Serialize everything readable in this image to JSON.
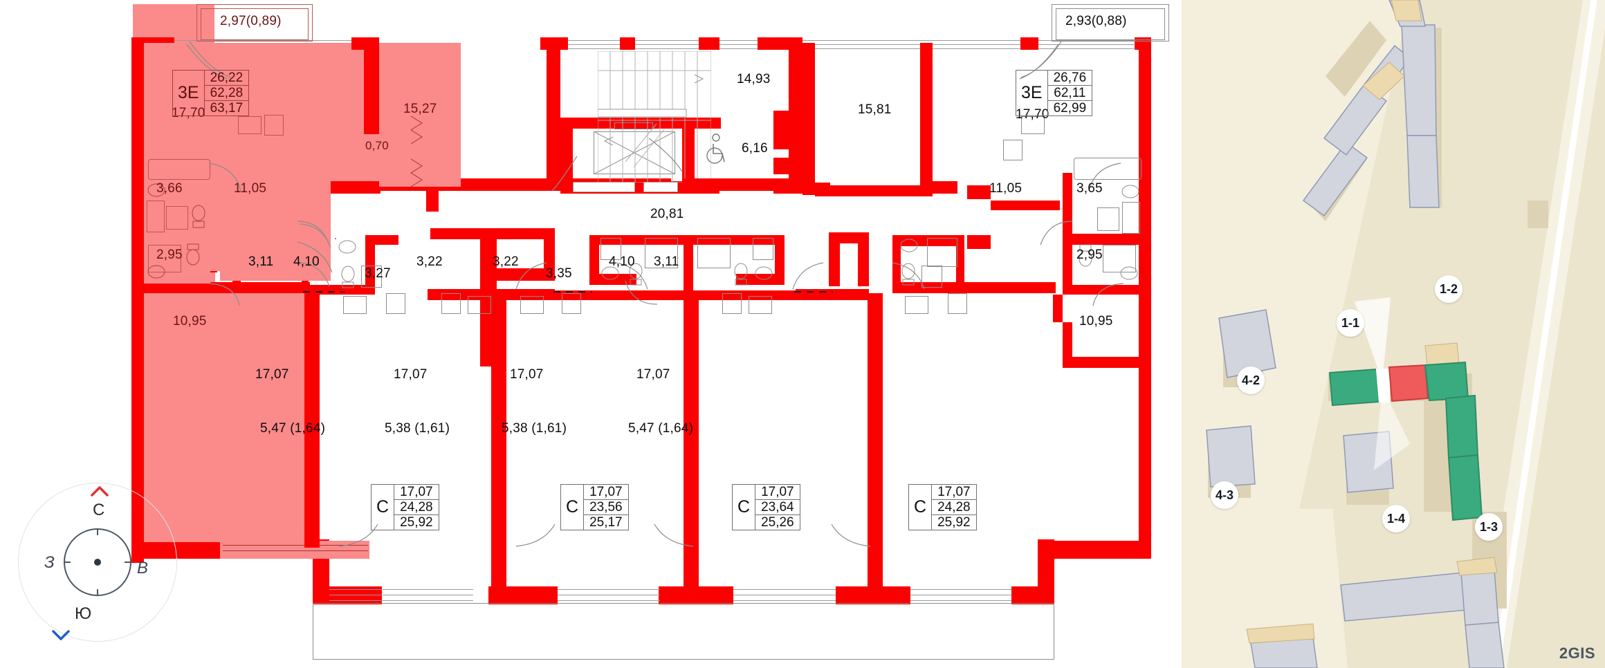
{
  "floor_plan": {
    "apartment_badges": [
      {
        "id": "left-3e",
        "code": "3E",
        "values": [
          "26,22",
          "62,28",
          "63,17"
        ],
        "highlighted": true
      },
      {
        "id": "right-3e",
        "code": "3E",
        "values": [
          "26,76",
          "62,11",
          "62,99"
        ],
        "highlighted": false
      },
      {
        "id": "studio-1",
        "code": "C",
        "values": [
          "17,07",
          "24,28",
          "25,92"
        ],
        "highlighted": false
      },
      {
        "id": "studio-2",
        "code": "C",
        "values": [
          "17,07",
          "23,56",
          "25,17"
        ],
        "highlighted": false
      },
      {
        "id": "studio-3",
        "code": "C",
        "values": [
          "17,07",
          "23,64",
          "25,26"
        ],
        "highlighted": false
      },
      {
        "id": "studio-4",
        "code": "C",
        "values": [
          "17,07",
          "24,28",
          "25,92"
        ],
        "highlighted": false
      }
    ],
    "balcony_areas": {
      "top_left": "2,97(0,89)",
      "top_right": "2,93(0,88)",
      "bottom_1": "5,47 (1,64)",
      "bottom_2": "5,38 (1,61)",
      "bottom_3": "5,38 (1,61)",
      "bottom_4": "5,47 (1,64)"
    },
    "room_areas": {
      "left_living": "17,70",
      "left_bedroom": "15,27",
      "left_hall": "11,05",
      "left_bath": "3,66",
      "left_wc": "2,95",
      "left_room_lower": "10,95",
      "left_loggia_strip": "0,70",
      "stair_hall": "14,93",
      "lift_lobby": "6,16",
      "corridor": "20,81",
      "right_stairwell": "15,81",
      "right_living": "17,70",
      "right_hall": "11,05",
      "right_bath": "3,65",
      "right_wc": "2,95",
      "right_room_lower": "10,95",
      "studio1_bath": "3,11",
      "studio1_hall": "4,10",
      "mid_hall_left": "3,27",
      "studio2_bath": "3,22",
      "studio3_bath": "3,22",
      "mid_hall_right": "3,35",
      "studio4_hall": "4,10",
      "studio4_bath": "3,11",
      "studio1_main": "17,07",
      "studio2_main": "17,07",
      "studio3_main": "17,07",
      "studio4_main": "17,07"
    },
    "compass": {
      "north": "С",
      "east": "В",
      "south": "Ю",
      "west": "З"
    },
    "colors": {
      "wall": "#fb0000",
      "highlight_fill": "#fb8a8a",
      "background": "#ffffff",
      "text": "#0d0d0d"
    }
  },
  "map": {
    "attribution": "2GIS",
    "building_labels": [
      {
        "id": "b11",
        "text": "1-1"
      },
      {
        "id": "b12",
        "text": "1-2"
      },
      {
        "id": "b13",
        "text": "1-3"
      },
      {
        "id": "b14",
        "text": "1-4"
      },
      {
        "id": "b42",
        "text": "4-2"
      },
      {
        "id": "b43",
        "text": "4-3"
      }
    ],
    "colors": {
      "land": "#eee7d2",
      "land_light": "#f4efdd",
      "building": "#d2d5dd",
      "building_outline": "#8e9ab5",
      "building_shadow": "#ddd3b4",
      "selected_green": "#3aab7e",
      "selected_red": "#ef5b5b",
      "road": "#ffffff"
    }
  }
}
